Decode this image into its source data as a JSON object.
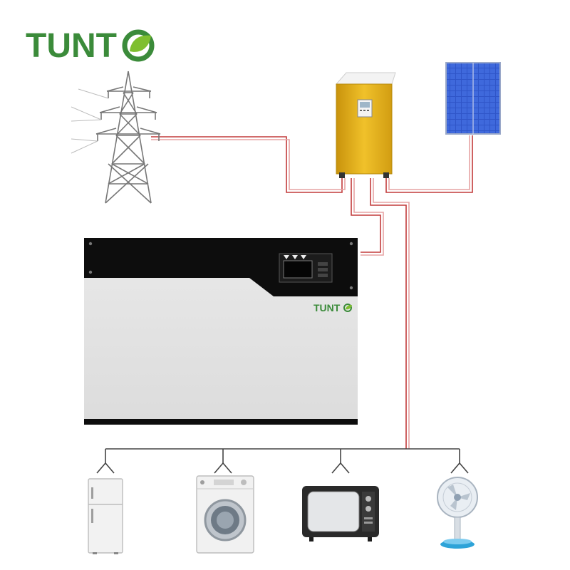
{
  "brand": {
    "logo_text": "TUNT",
    "battery_logo_text": "TUNT",
    "color_primary": "#3b8b3a",
    "color_leaf": "#7fbf2f"
  },
  "diagram": {
    "nodes": [
      {
        "id": "grid",
        "icon": "transmission-tower-icon"
      },
      {
        "id": "inverter",
        "icon": "inverter-icon",
        "color": "#e3b21a"
      },
      {
        "id": "solar",
        "icon": "solar-panel-icon",
        "color": "#2f55c8"
      },
      {
        "id": "battery",
        "icon": "battery-pack-icon"
      },
      {
        "id": "fridge",
        "icon": "refrigerator-icon"
      },
      {
        "id": "washer",
        "icon": "washing-machine-icon"
      },
      {
        "id": "tv",
        "icon": "television-icon"
      },
      {
        "id": "fan",
        "icon": "fan-icon"
      }
    ],
    "edges": [
      {
        "from": "grid",
        "to": "inverter"
      },
      {
        "from": "solar",
        "to": "inverter"
      },
      {
        "from": "inverter",
        "to": "battery"
      },
      {
        "from": "inverter",
        "to": "fridge"
      },
      {
        "from": "inverter",
        "to": "washer"
      },
      {
        "from": "inverter",
        "to": "tv"
      },
      {
        "from": "inverter",
        "to": "fan"
      }
    ],
    "wire_color": "#c23a3a"
  }
}
